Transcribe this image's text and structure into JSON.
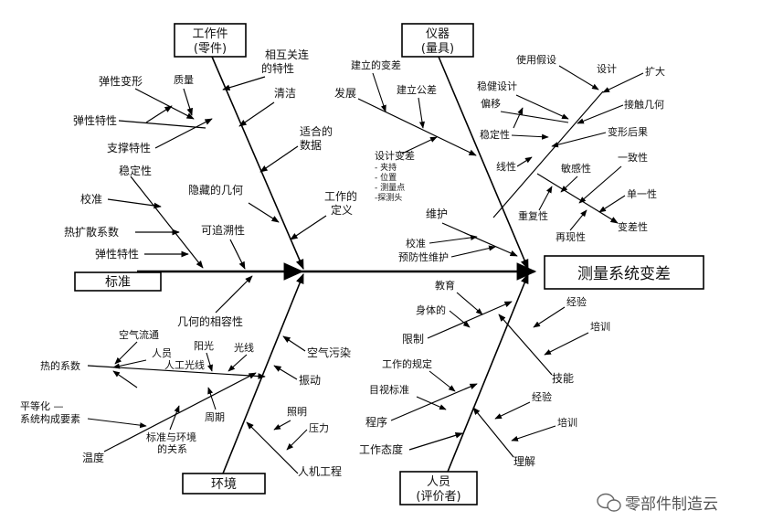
{
  "effect": "测量系统变差",
  "categories": {
    "part": [
      "工作件",
      "(零件)"
    ],
    "instrument": [
      "仪器",
      "(量具)"
    ],
    "standard": "标准",
    "environment": "环境",
    "appraiser": [
      "人员",
      "(评价者)"
    ]
  },
  "causes": {
    "part": {
      "interrelated": [
        "相互关连",
        "的特性"
      ],
      "elastic_deformation": "弹性变形",
      "mass": "质量",
      "elastic_property": "弹性特性",
      "support_property": "支撑特性",
      "cleanliness": "清洁",
      "adequate_datums": [
        "适合的",
        "数据"
      ],
      "hidden_geometry": "隐藏的几何",
      "operational_definition": [
        "工作的",
        "定义"
      ]
    },
    "instrument": {
      "build_variation": "建立的变差",
      "build_tolerance": "建立公差",
      "development": "发展",
      "design_variation": [
        "设计变差",
        "- 夹持",
        "- 位置",
        "- 测量点",
        "-探测头"
      ],
      "use_assumption": "使用假设",
      "design": "设计",
      "amplification": "扩大",
      "robust_design": "稳健设计",
      "bias": "偏移",
      "contact_geometry": "接触几何",
      "stability": "稳定性",
      "deformation_effect": "变形后果",
      "linearity": "线性",
      "sensitivity": "敏感性",
      "consistency": "一致性",
      "uniformity": "单一性",
      "repeatability": "重复性",
      "reproducibility": "再现性",
      "variability": "变差性",
      "maintenance": "维护",
      "calibration": "校准",
      "preventive_maintenance": "预防性维护"
    },
    "standard": {
      "stability": "稳定性",
      "calibration": "校准",
      "thermal_expansion": "热扩散系数",
      "elastic_property": "弹性特性",
      "traceability": "可追溯性",
      "geometric_compatibility": "几何的相容性"
    },
    "environment": {
      "air_flow": "空气流通",
      "people": "人员",
      "sunlight": "阳光",
      "light": "光线",
      "artificial_light": "人工光线",
      "thermal_coefficient": "热的系数",
      "equalization": "平等化 —",
      "system_components": "系统构成要素",
      "cycles": "周期",
      "standard_relationship": [
        "标准与环境",
        "的关系"
      ],
      "temperature": "温度",
      "air_pollution": "空气污染",
      "vibration": "振动",
      "lighting": "照明",
      "stress": "压力",
      "ergonomics": "人机工程"
    },
    "appraiser": {
      "education": "教育",
      "physical": "身体的",
      "limitations": "限制",
      "experience": "经验",
      "training": "培训",
      "skill": "技能",
      "work_procedures": "工作的规定",
      "visual_standards": "目视标准",
      "procedure": "程序",
      "experience2": "经验",
      "training2": "培训",
      "attitude": "工作态度",
      "understanding": "理解"
    }
  },
  "watermark": "零部件制造云",
  "icons": {
    "watermark_logo": "wechat-icon"
  }
}
